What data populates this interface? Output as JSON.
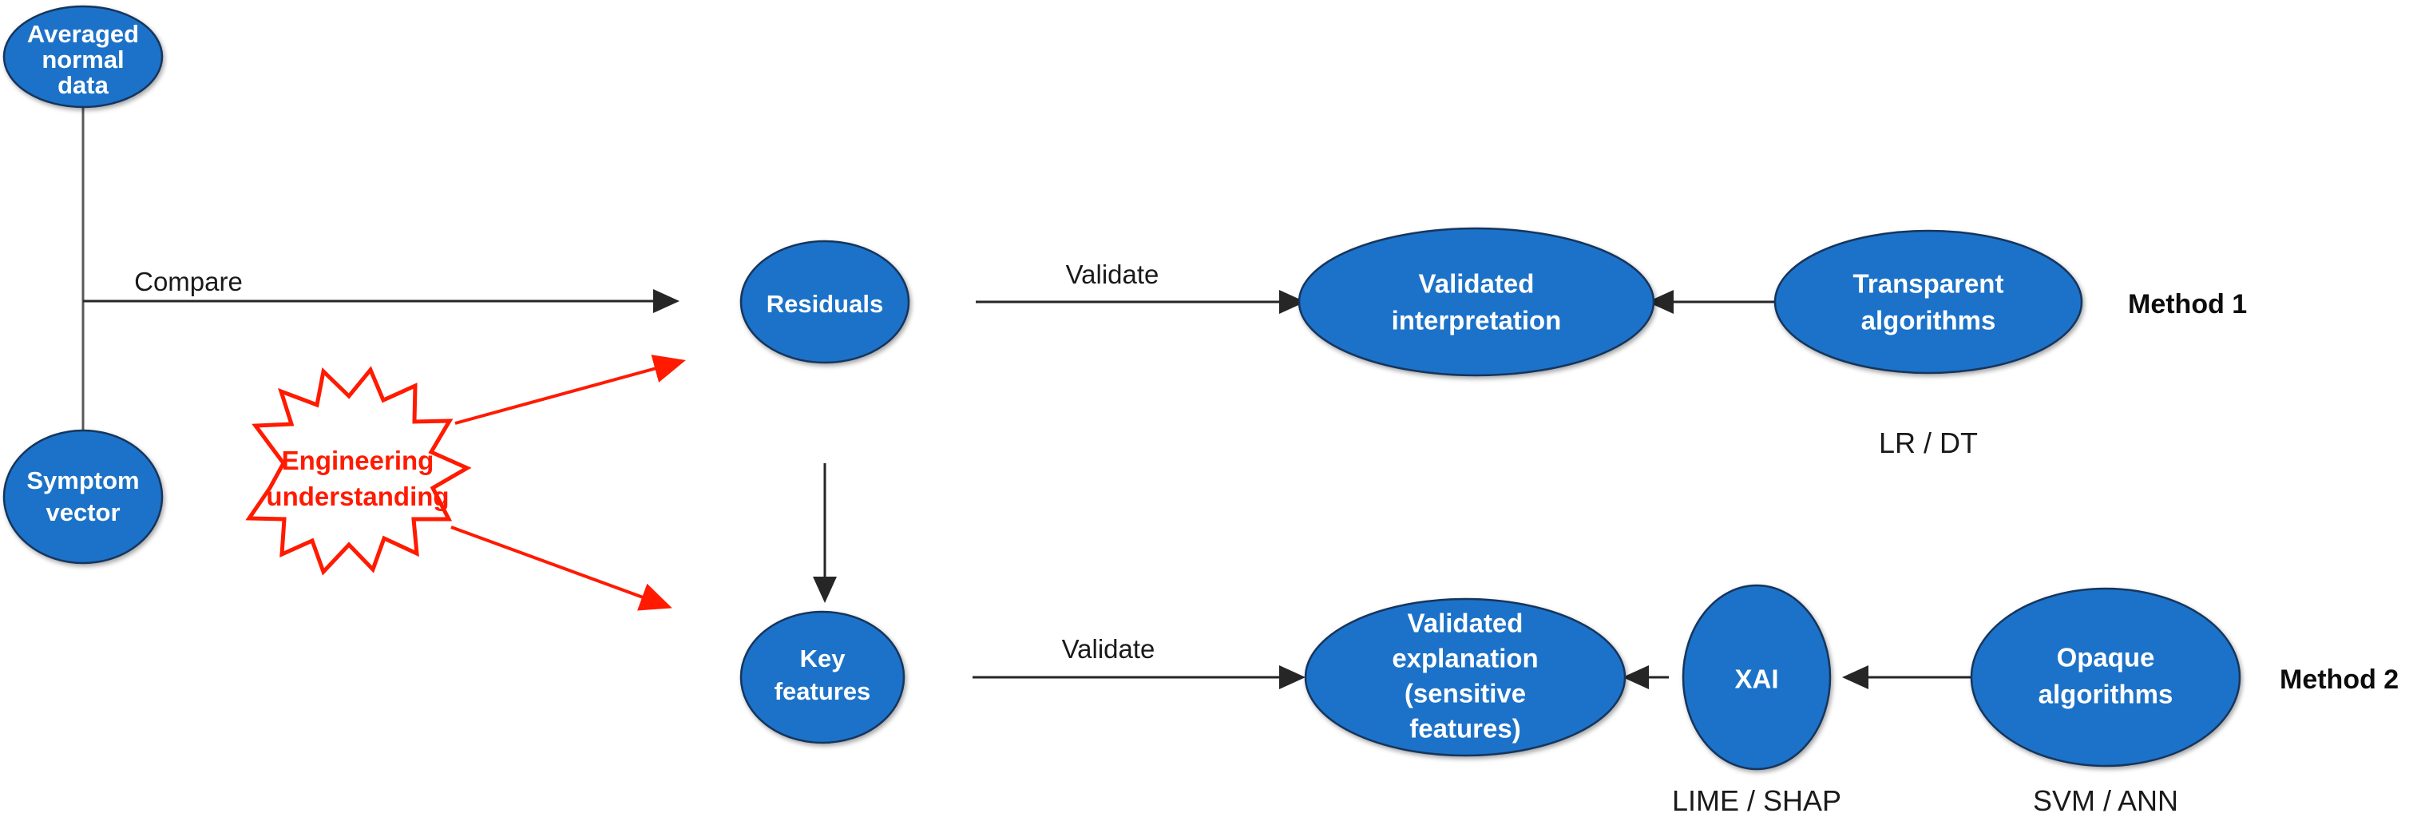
{
  "diagram": {
    "title": "Method 1 / Method 2 interpretability workflow",
    "colors": {
      "node_fill": "#1b72c8",
      "node_stroke": "#17365d",
      "node_text": "#ffffff",
      "connector": "#595959",
      "callout": "#ff1a00",
      "background": "#ffffff"
    },
    "nodes": [
      {
        "id": "averaged-normal-data",
        "lines": [
          "Averaged",
          "normal",
          "data"
        ]
      },
      {
        "id": "symptom-vector",
        "lines": [
          "Symptom",
          "vector"
        ]
      },
      {
        "id": "residuals",
        "lines": [
          "Residuals"
        ]
      },
      {
        "id": "key-features",
        "lines": [
          "Key",
          "features"
        ]
      },
      {
        "id": "validated-interpretation",
        "lines": [
          "Validated",
          "interpretation"
        ]
      },
      {
        "id": "transparent-algorithms",
        "lines": [
          "Transparent",
          "algorithms"
        ]
      },
      {
        "id": "validated-explanation",
        "lines": [
          "Validated",
          "explanation",
          "(sensitive",
          "features)"
        ]
      },
      {
        "id": "xai",
        "lines": [
          "XAI"
        ]
      },
      {
        "id": "opaque-algorithms",
        "lines": [
          "Opaque",
          "algorithms"
        ]
      }
    ],
    "edge_labels": {
      "compare": "Compare",
      "validate_top": "Validate",
      "validate_bottom": "Validate"
    },
    "callout": {
      "lines": [
        "Engineering",
        "understanding"
      ]
    },
    "annotations": {
      "method_1": "Method 1",
      "method_2": "Method 2",
      "lr_dt": "LR / DT",
      "lime_shap": "LIME / SHAP",
      "svm_ann": "SVM / ANN"
    }
  }
}
